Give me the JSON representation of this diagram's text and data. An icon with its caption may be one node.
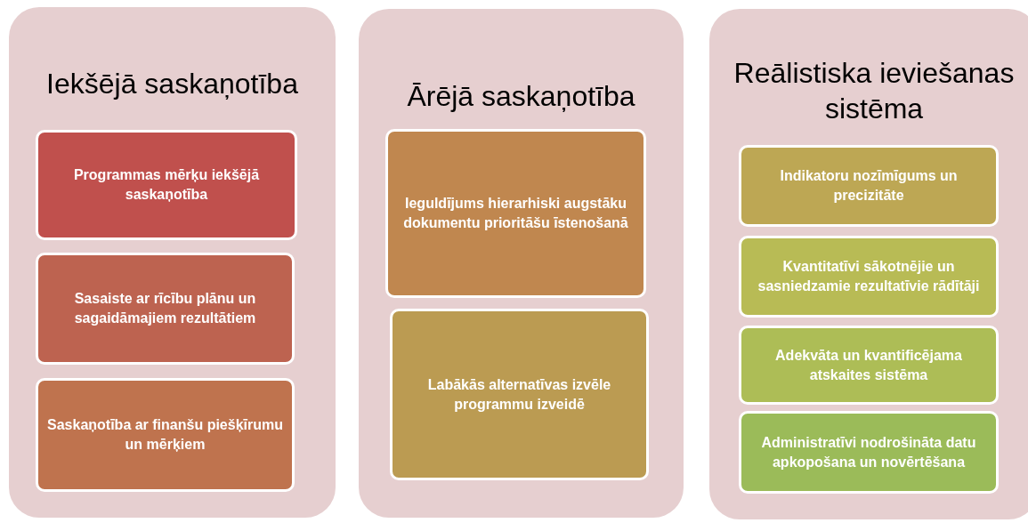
{
  "diagram": {
    "nodes": [
      {
        "text": [
          "Iekšējā saskaņotība"
        ]
      },
      {
        "text": [
          "Programmas mērķu iekšējā saskaņotība"
        ],
        "in": 0
      },
      {
        "text": [
          "Sasaiste ar rīcību plānu un sagaidāmajiem rezultātiem"
        ],
        "in": 0
      },
      {
        "text": [
          "Saskaņotība ar finanšu piešķīrumu un mērķiem"
        ],
        "in": 0
      },
      {
        "text": [
          "Ārējā saskaņotība"
        ]
      },
      {
        "text": [
          "Ieguldījums hierarhiski augstāku dokumentu prioritāšu īstenošanā"
        ],
        "in": 4
      },
      {
        "text": [
          "Labākās alternatīvas izvēle programmu izveidē"
        ],
        "in": 4
      },
      {
        "text": [
          "Reālistiska ieviešanas sistēma"
        ]
      },
      {
        "text": [
          "Indikatoru nozīmīgums un precizitāte"
        ],
        "in": 7
      },
      {
        "text": [
          "Kvantitatīvi sākotnējie un sasniedzamie rezultatīvie rādītāji"
        ],
        "in": 7
      },
      {
        "text": [
          "Adekvāta un kvantificējama atskaites sistēma"
        ],
        "in": 7
      },
      {
        "text": [
          "Administratīvi nodrošināta datu apkopošana un novērtēšana"
        ],
        "in": 7
      }
    ]
  }
}
